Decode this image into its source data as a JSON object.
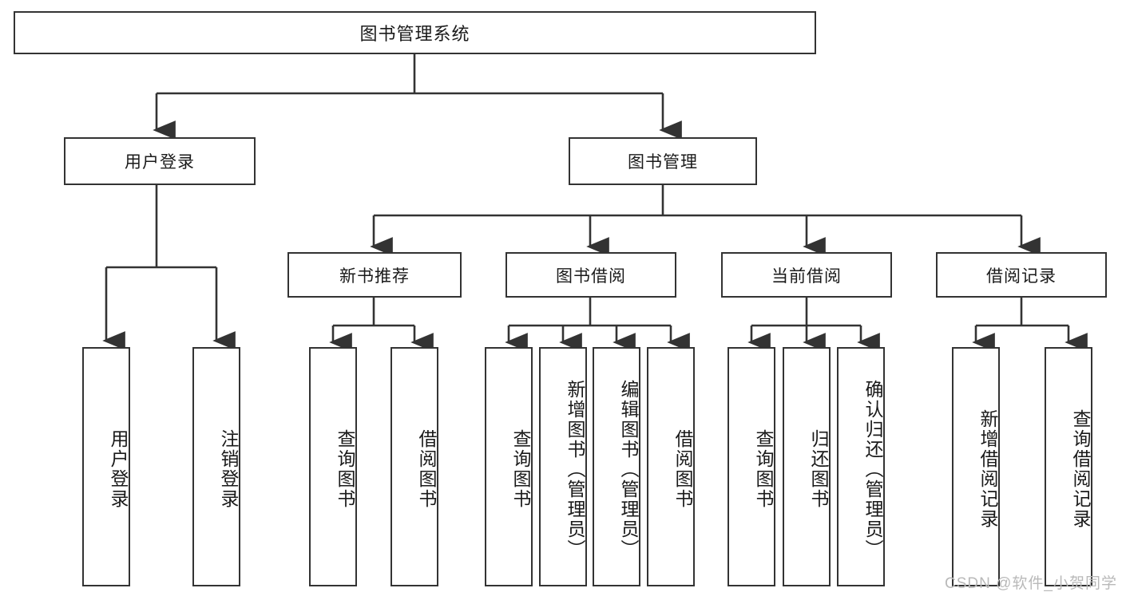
{
  "diagram": {
    "title": "图书管理系统",
    "type": "tree",
    "root": {
      "label": "图书管理系统"
    },
    "level2": [
      {
        "label": "用户登录"
      },
      {
        "label": "图书管理"
      }
    ],
    "level3": [
      {
        "label": "新书推荐"
      },
      {
        "label": "图书借阅"
      },
      {
        "label": "当前借阅"
      },
      {
        "label": "借阅记录"
      }
    ],
    "leaves": {
      "user_login": [
        {
          "label": "用户登录"
        },
        {
          "label": "注销登录"
        }
      ],
      "new_book": [
        {
          "label": "查询图书"
        },
        {
          "label": "借阅图书"
        }
      ],
      "book_borrow": [
        {
          "label": "查询图书"
        },
        {
          "label": "新增图书（管理员）"
        },
        {
          "label": "编辑图书（管理员）"
        },
        {
          "label": "借阅图书"
        }
      ],
      "current_borrow": [
        {
          "label": "查询图书"
        },
        {
          "label": "归还图书"
        },
        {
          "label": "确认归还（管理员）"
        }
      ],
      "borrow_record": [
        {
          "label": "新增借阅记录"
        },
        {
          "label": "查询借阅记录"
        }
      ]
    }
  },
  "watermark": {
    "text": "CSDN @软件_小贺同学"
  },
  "colors": {
    "stroke": "#333333",
    "background": "#ffffff",
    "text": "#1a1a1a",
    "watermark": "#b9b9b9"
  }
}
